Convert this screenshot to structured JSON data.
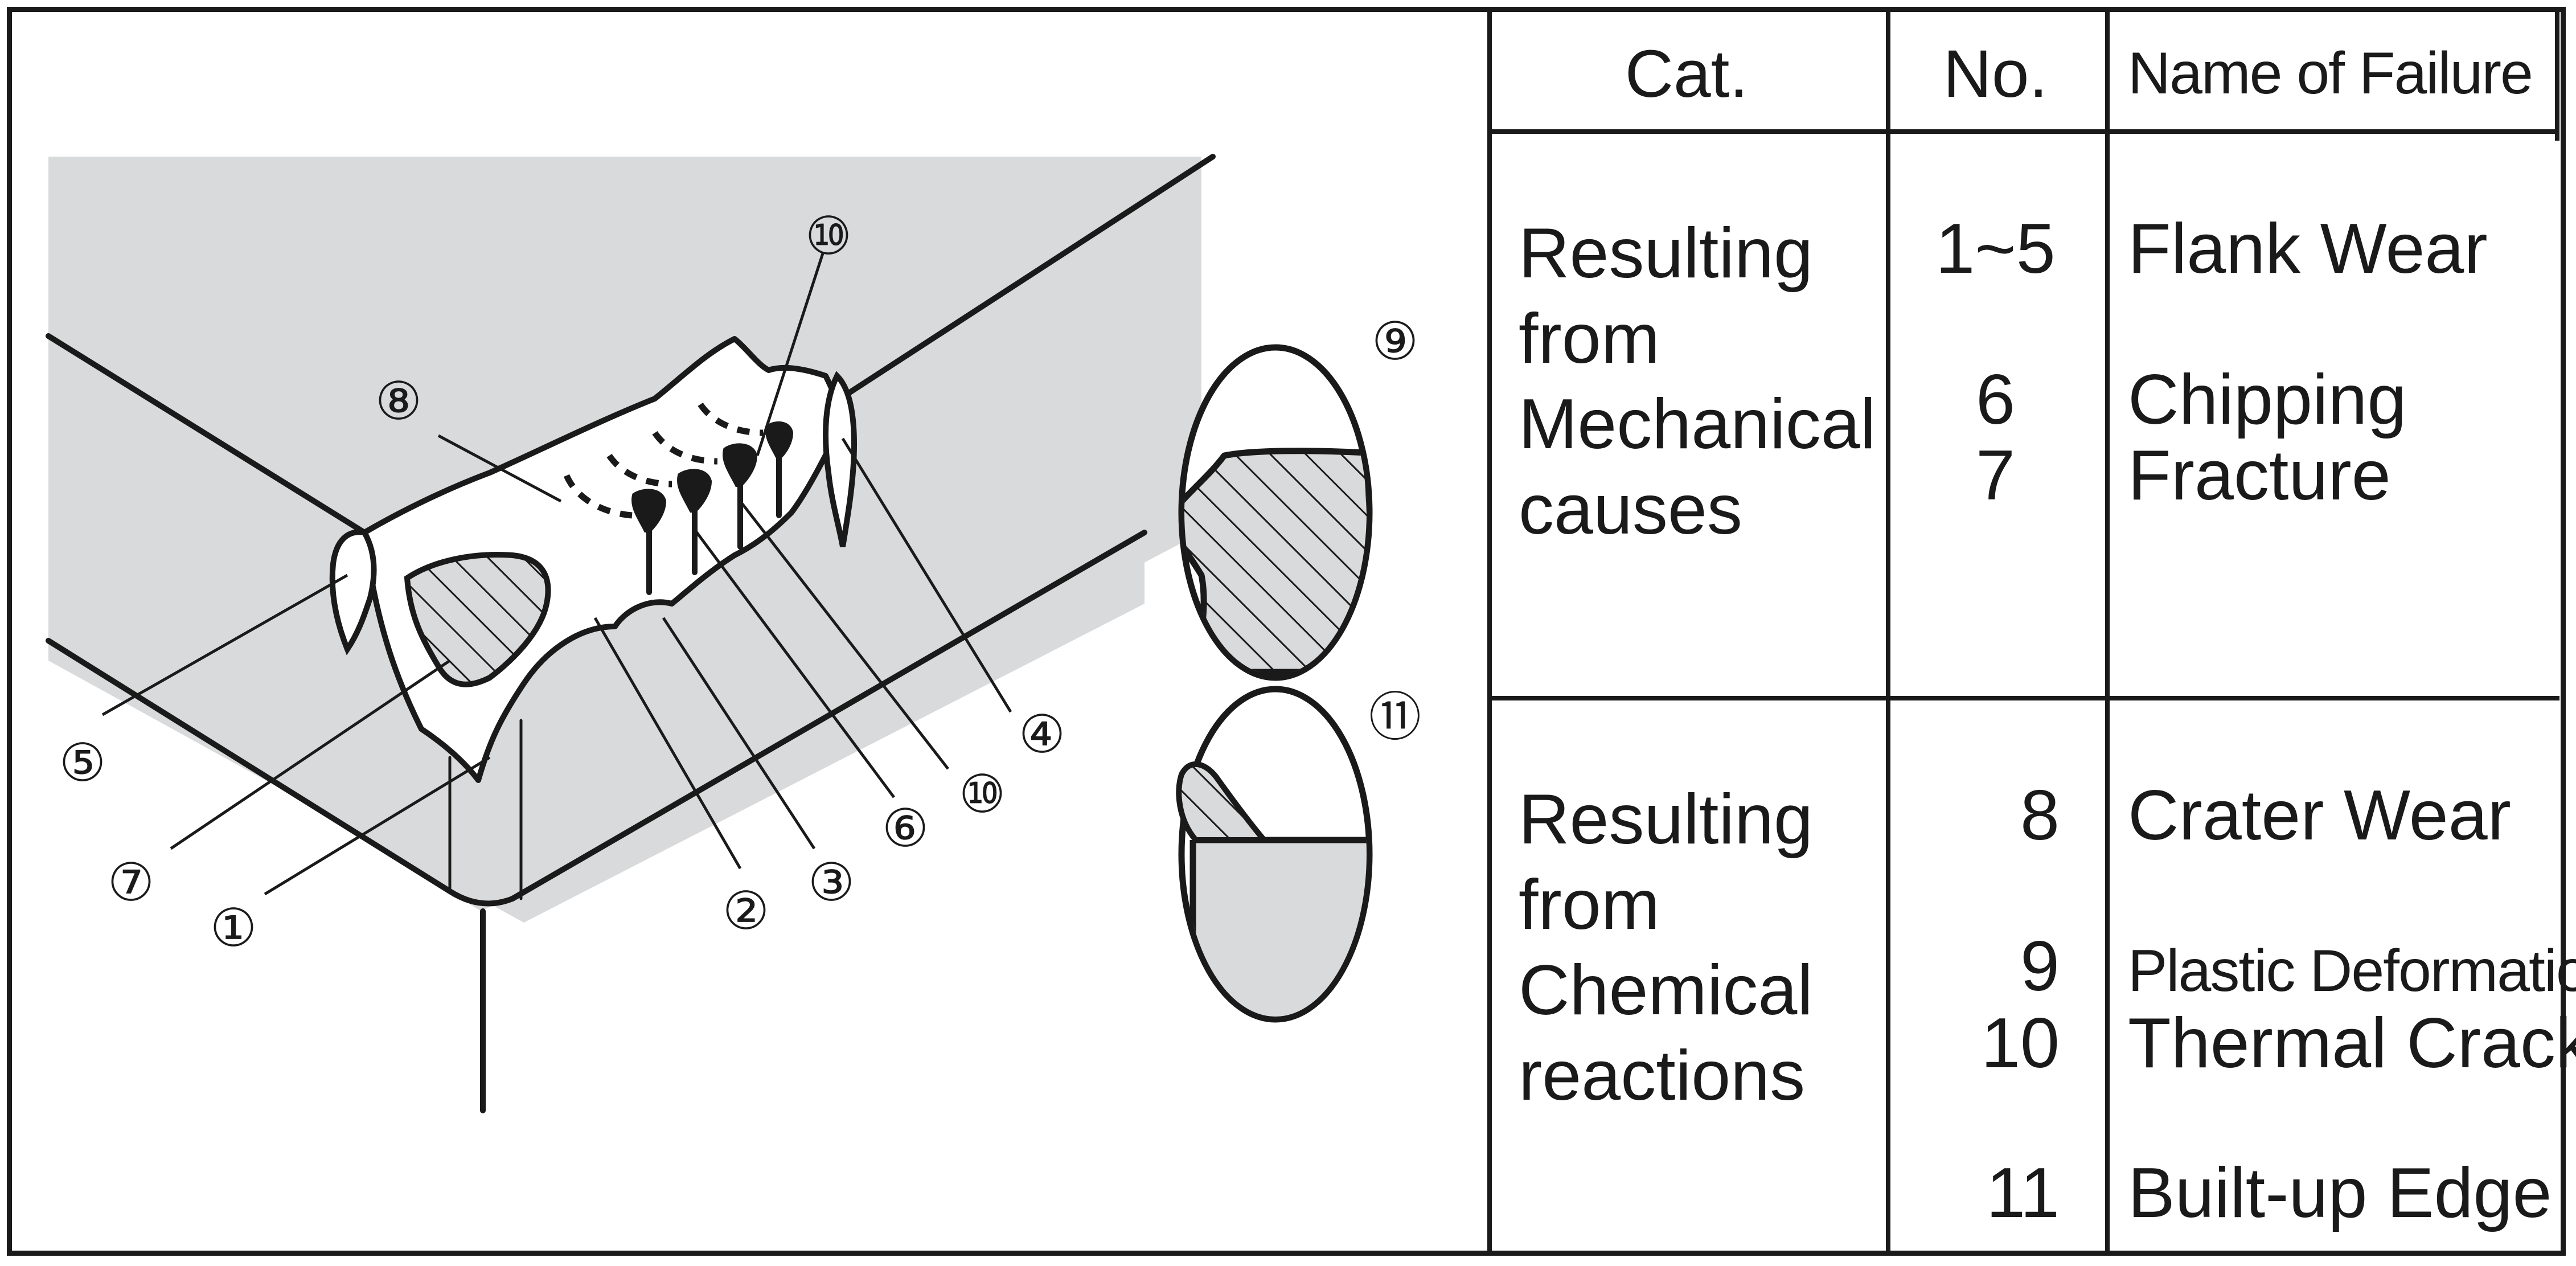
{
  "diagram": {
    "callouts": [
      "⑤",
      "⑦",
      "①",
      "②",
      "③",
      "⑥",
      "⑩",
      "④",
      "⑧",
      "⑩",
      "⑨",
      "⑪"
    ],
    "colors": {
      "ink": "#1a1a1a",
      "fill": "#d9dadb",
      "paper": "#ffffff"
    }
  },
  "table": {
    "headers": {
      "cat": "Cat.",
      "no": "No.",
      "name": "Name of Failure"
    },
    "groups": [
      {
        "category": [
          "Resulting",
          "from",
          "Mechanical",
          "causes"
        ],
        "rows": [
          {
            "no": "1~5",
            "name": "Flank Wear"
          },
          {
            "no": "6",
            "name": "Chipping"
          },
          {
            "no": "7",
            "name": "Fracture"
          }
        ]
      },
      {
        "category": [
          "Resulting",
          "from",
          "Chemical",
          "reactions"
        ],
        "rows": [
          {
            "no": "8",
            "name": "Crater Wear"
          },
          {
            "no": "9",
            "name": "Plastic Deformation"
          },
          {
            "no": "10",
            "name": "Thermal Crack"
          },
          {
            "no": "11",
            "name": "Built-up Edge"
          }
        ]
      }
    ]
  }
}
